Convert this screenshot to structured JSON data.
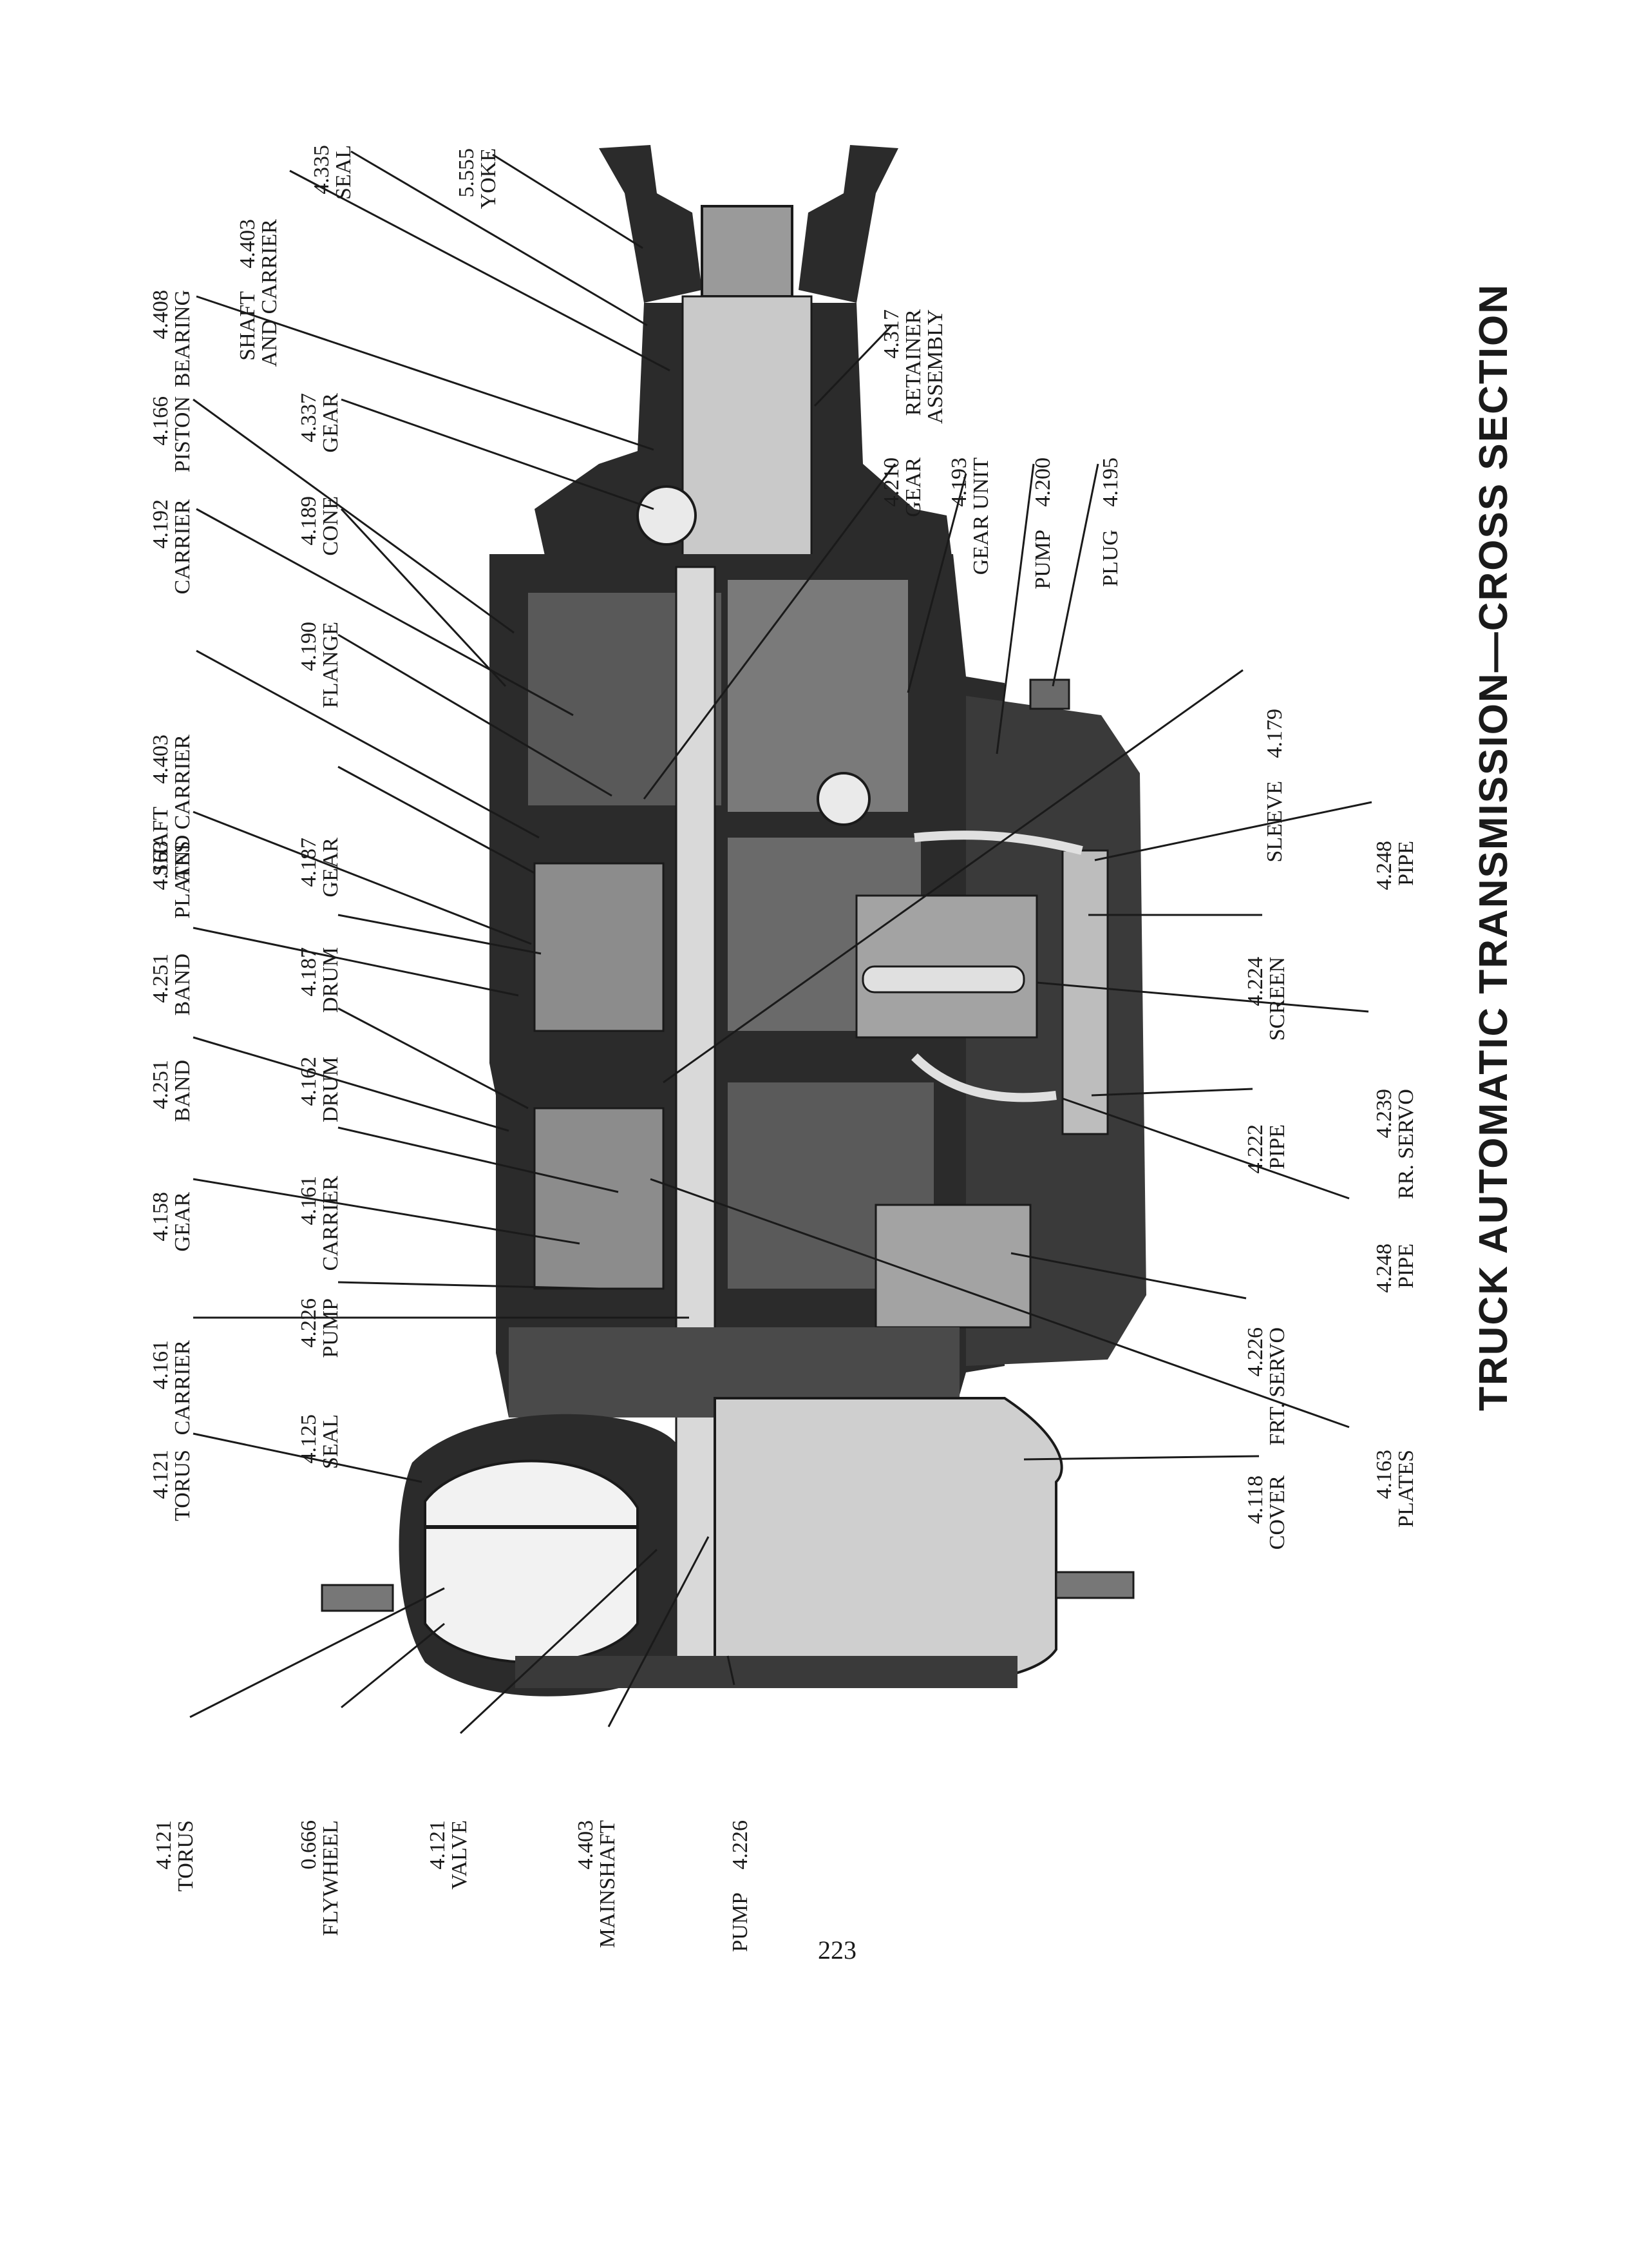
{
  "title": "TRUCK AUTOMATIC TRANSMISSION—CROSS SECTION",
  "page_number": "223",
  "colors": {
    "ink": "#1a1a1a",
    "housing": "#2b2b2b",
    "mid": "#777777",
    "light": "#bdbdbd",
    "paper": "#ffffff"
  },
  "callouts": {
    "l01": {
      "num": "4.403",
      "name": "SHAFT",
      "name2": "AND CARRIER"
    },
    "l02": {
      "num": "4.335",
      "name": "SEAL"
    },
    "l03": {
      "num": "5.555",
      "name": "YOKE"
    },
    "l04": {
      "num": "4.408",
      "name": "BEARING"
    },
    "l05": {
      "num": "4.317",
      "name": "RETAINER",
      "name2": "ASSEMBLY"
    },
    "l06": {
      "num": "4.166",
      "name": "PISTON"
    },
    "l07": {
      "num": "4.337",
      "name": "GEAR"
    },
    "l08": {
      "num": "4.210",
      "name": "GEAR"
    },
    "l09": {
      "num": "4.193",
      "name": "GEAR UNIT"
    },
    "l10": {
      "num": "4.200",
      "name": "PUMP"
    },
    "l11": {
      "num": "4.195",
      "name": "PLUG"
    },
    "l12": {
      "num": "4.192",
      "name": "CARRIER"
    },
    "l13": {
      "num": "4.189",
      "name": "CONE"
    },
    "l14": {
      "num": "4.403",
      "name": "SHAFT",
      "name2": "AND CARRIER"
    },
    "l15": {
      "num": "4.190",
      "name": "FLANGE"
    },
    "l16": {
      "num": "4.179",
      "name": "SLEEVE"
    },
    "l17": {
      "num": "4.163",
      "name": "PLATES"
    },
    "l18": {
      "num": "4.187",
      "name": "GEAR"
    },
    "l19": {
      "num": "4.248",
      "name": "PIPE"
    },
    "l20": {
      "num": "4.251",
      "name": "BAND"
    },
    "l21": {
      "num": "4.187",
      "name": "DRUM"
    },
    "l22": {
      "num": "4.224",
      "name": "SCREEN"
    },
    "l23": {
      "num": "4.239",
      "name": "RR. SERVO"
    },
    "l24": {
      "num": "4.251",
      "name": "BAND"
    },
    "l25": {
      "num": "4.162",
      "name": "DRUM"
    },
    "l26": {
      "num": "4.222",
      "name": "PIPE"
    },
    "l27": {
      "num": "4.248",
      "name": "PIPE"
    },
    "l28": {
      "num": "4.158",
      "name": "GEAR"
    },
    "l29": {
      "num": "4.161",
      "name": "CARRIER"
    },
    "l30": {
      "num": "4.226",
      "name": "FRT. SERVO"
    },
    "l31": {
      "num": "4.226",
      "name": "PUMP"
    },
    "l32": {
      "num": "4.161",
      "name": "CARRIER"
    },
    "l33": {
      "num": "4.163",
      "name": "PLATES"
    },
    "l34": {
      "num": "4.125",
      "name": "SEAL"
    },
    "l35": {
      "num": "4.121",
      "name": "TORUS"
    },
    "l36": {
      "num": "4.118",
      "name": "COVER"
    },
    "l37": {
      "num": "4.121",
      "name": "TORUS"
    },
    "l38": {
      "num": "0.666",
      "name": "FLYWHEEL"
    },
    "l39": {
      "num": "4.121",
      "name": "VALVE"
    },
    "l40": {
      "num": "4.403",
      "name": "MAINSHAFT"
    },
    "l41": {
      "num": "4.226",
      "name": "PUMP"
    }
  }
}
